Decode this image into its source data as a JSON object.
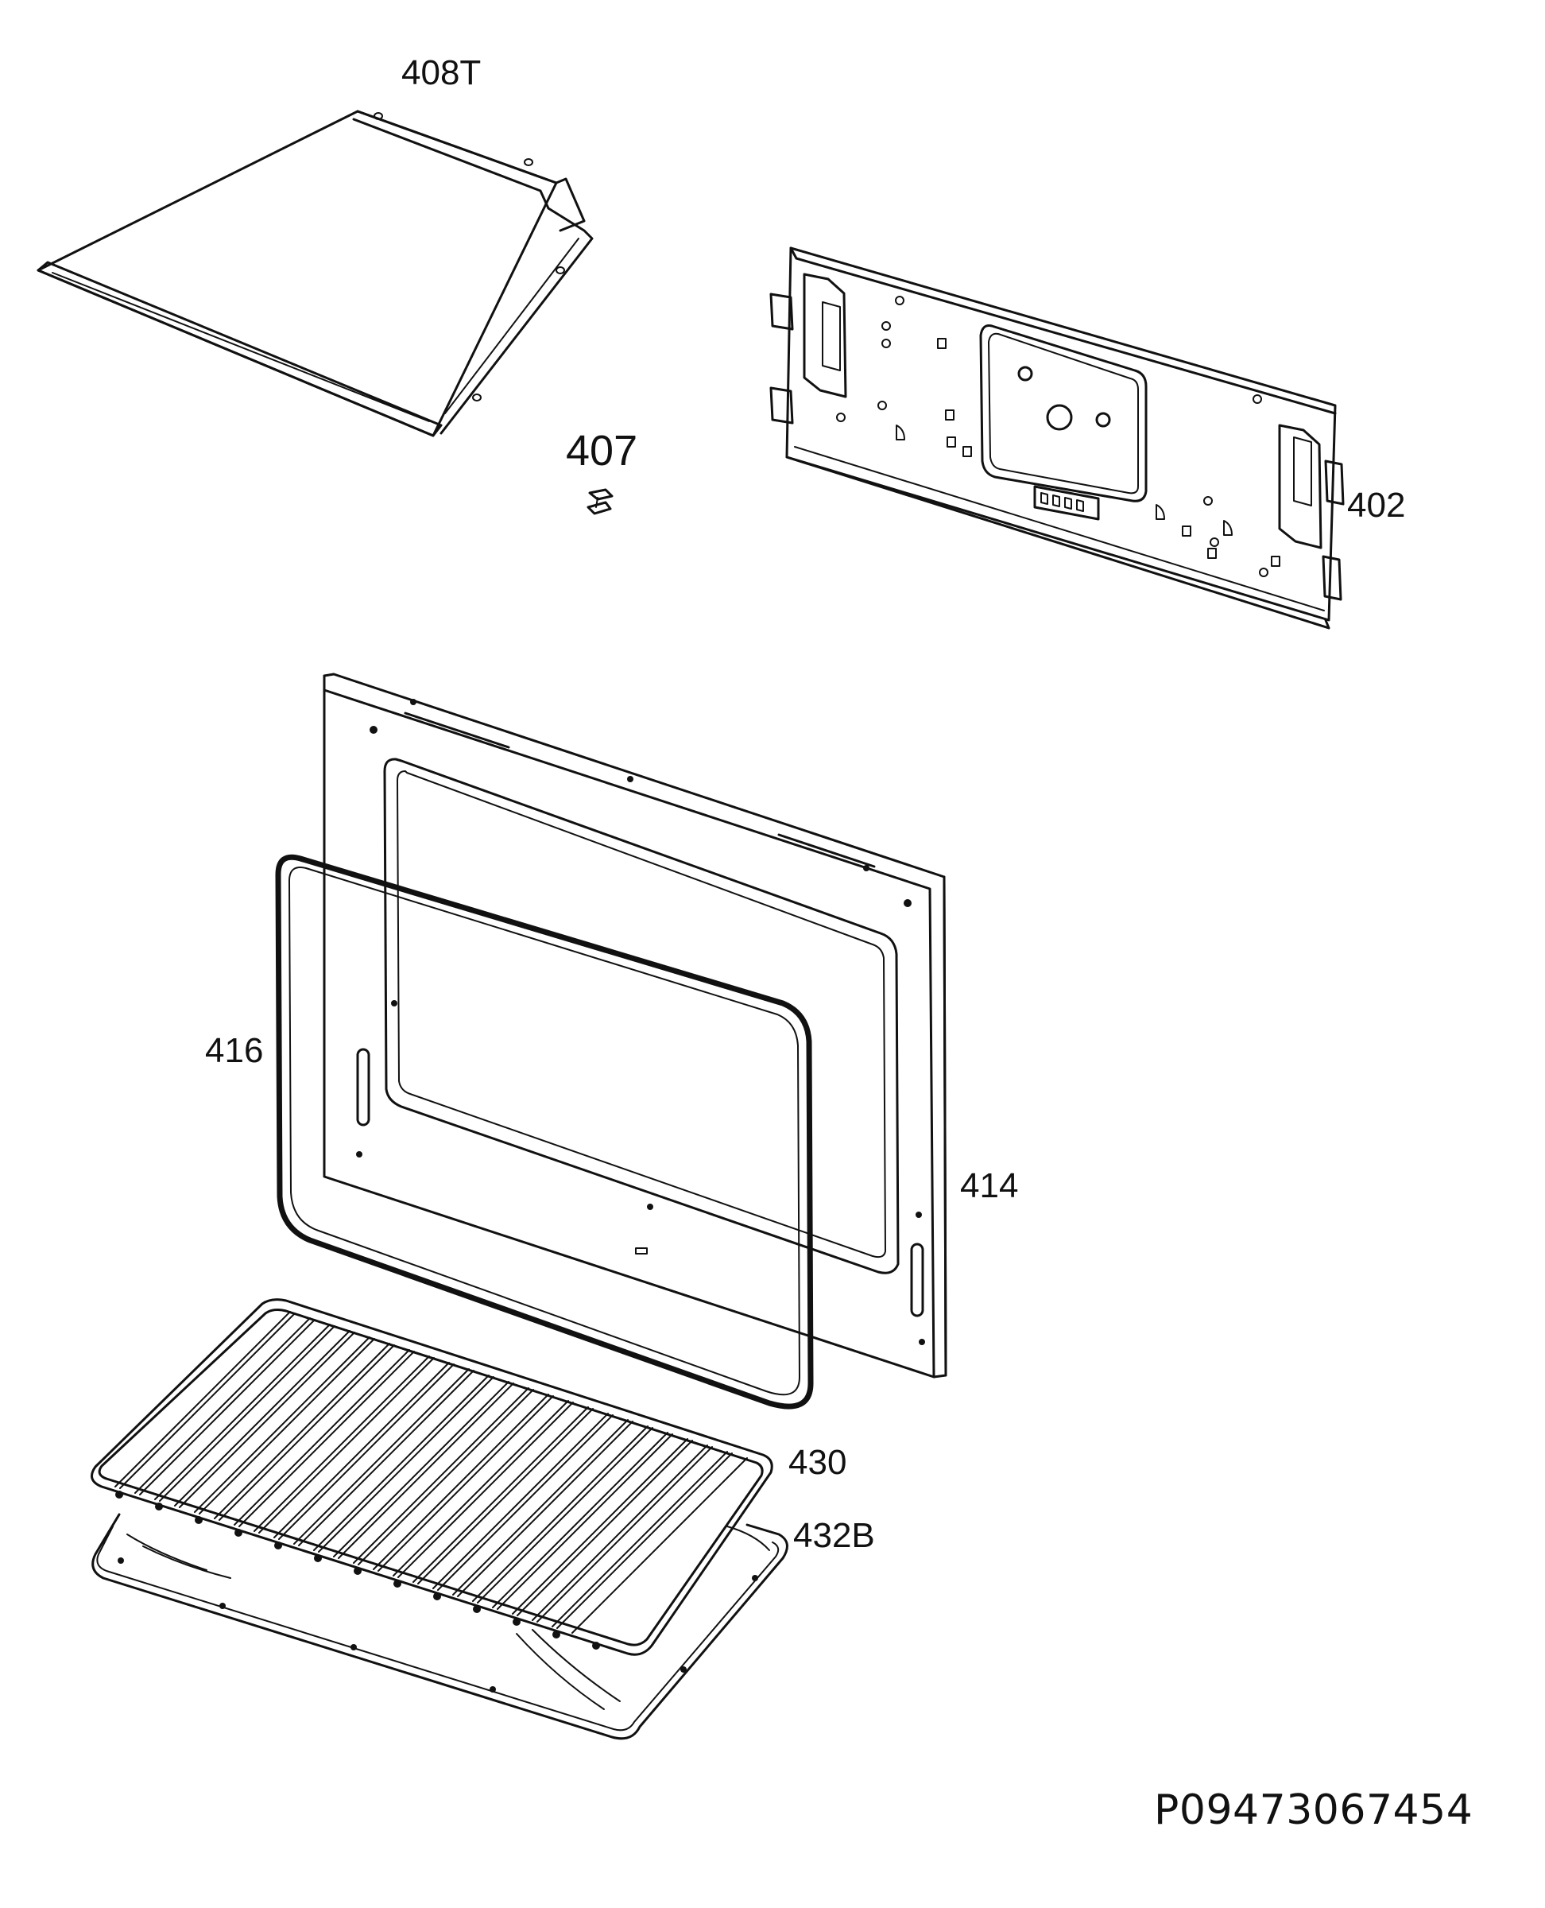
{
  "labels": {
    "p408T": "408T",
    "p407": "407",
    "p402": "402",
    "p416": "416",
    "p414": "414",
    "p430": "430",
    "p432B": "432B"
  },
  "document_code": "P09473067454"
}
